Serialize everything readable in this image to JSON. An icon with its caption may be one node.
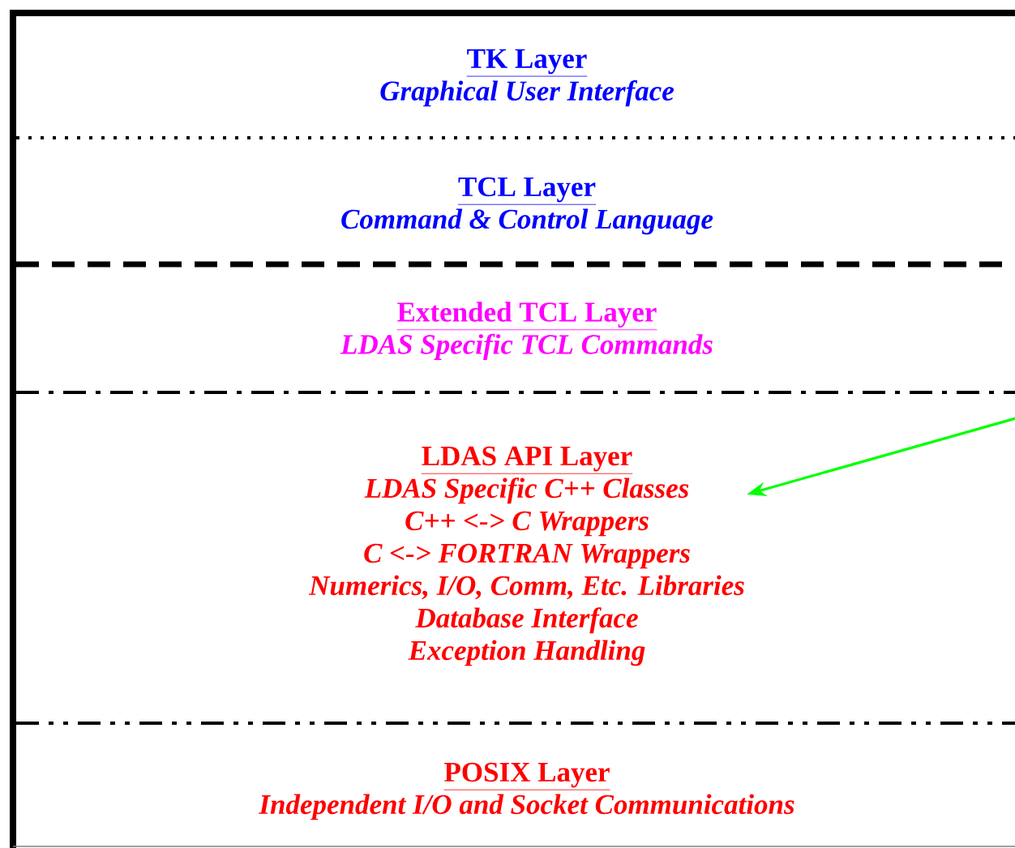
{
  "diagram": {
    "nodes": [
      {
        "text": [
          "TK Layer",
          "Graphical User Interface"
        ]
      },
      {
        "text": [
          "TCL Layer",
          "Command & Control Language"
        ]
      },
      {
        "text": [
          "Extended TCL Layer",
          "LDAS Specific TCL Commands"
        ]
      },
      {
        "text": [
          "LDAS API Layer",
          "LDAS Specific C++ Classes",
          "C++ <-> C Wrappers",
          "C <-> FORTRAN Wrappers",
          "Numerics, I/O, Comm, Etc. Libraries",
          "Database Interface",
          "Exception Handling"
        ]
      },
      {
        "text": [
          "POSIX Layer",
          "Independent I/O and Socket Communications"
        ]
      }
    ],
    "edges": [
      {
        "from": null,
        "to": 3,
        "arrow": "to",
        "color": "#00ff00"
      }
    ]
  }
}
